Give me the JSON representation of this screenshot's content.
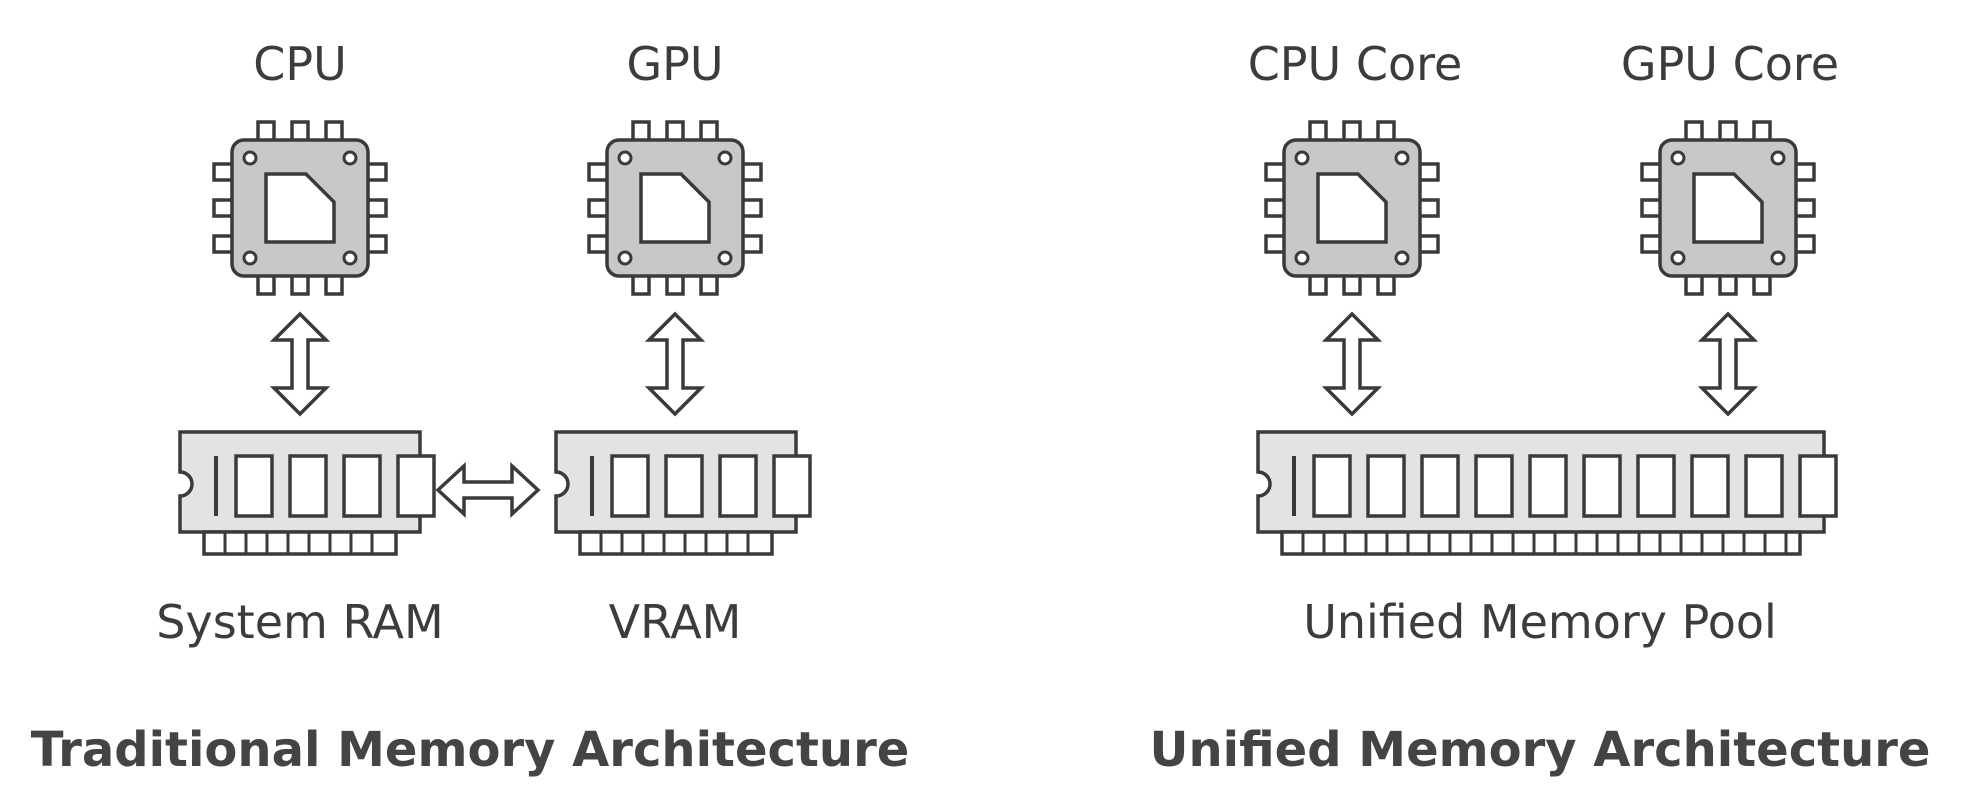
{
  "left": {
    "processor_1": "CPU",
    "processor_2": "GPU",
    "memory_1": "System RAM",
    "memory_2": "VRAM",
    "title": "Traditional Memory Architecture"
  },
  "right": {
    "processor_1": "CPU Core",
    "processor_2": "GPU Core",
    "memory": "Unified Memory Pool",
    "title": "Unified Memory Architecture"
  },
  "colors": {
    "stroke": "#3a3a3a",
    "chip_fill": "#c8c8c8",
    "ram_fill": "#e3e3e3",
    "arrow_fill": "#ffffff",
    "text": "#404040"
  },
  "icons": {
    "processor": "chip-icon",
    "memory": "ram-module-icon",
    "link": "double-arrow-icon"
  }
}
